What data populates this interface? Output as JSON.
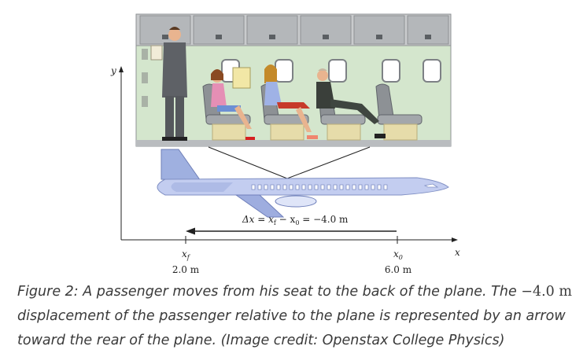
{
  "figure": {
    "axes": {
      "y_label": "y",
      "x_label": "x"
    },
    "displacement_label": "Δx = x",
    "displacement_sub_f": "f",
    "displacement_mid": " − x",
    "displacement_sub_0": "0",
    "displacement_value": " = −4.0 m",
    "markers": [
      {
        "symbol": "x",
        "sub": "f",
        "value": "2.0 m"
      },
      {
        "symbol": "x",
        "sub": "0",
        "value": "6.0 m"
      }
    ],
    "colors": {
      "cabin_wall": "#cfe3c8",
      "cabin_ceiling": "#c9cbcd",
      "seat": "#8b8f93",
      "plane_body": "#b8c2e6",
      "plane_stripe": "#ffffff",
      "arrow": "#222222"
    }
  },
  "caption": {
    "line1_a": "Figure 2: A passenger moves from his seat to the back of the plane. The ",
    "line1_math": "−4.0 m",
    "line2": "displacement of the passenger relative to the plane is represented by an arrow",
    "line3": "toward the rear of the plane. (Image credit: Openstax College Physics)"
  }
}
